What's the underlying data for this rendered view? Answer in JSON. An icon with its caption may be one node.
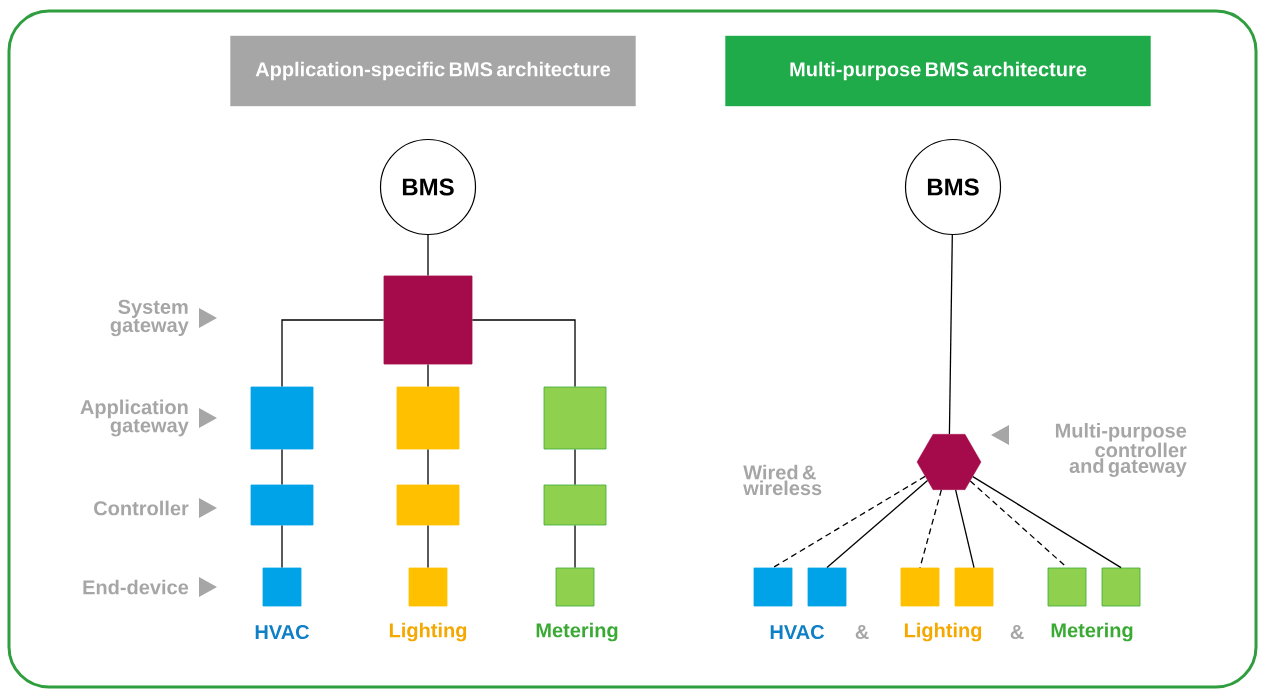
{
  "diagram": {
    "nodes": [
      {
        "text": [
          "Application-specific BMS architecture"
        ]
      },
      {
        "text": [
          "Multi-purpose BMS architecture"
        ]
      },
      {
        "text": [
          "BMS"
        ]
      },
      {
        "text": [],
        "shape": "box"
      },
      {
        "text": [],
        "shape": "box"
      },
      {
        "text": [],
        "shape": "box"
      },
      {
        "text": [],
        "shape": "box"
      },
      {
        "text": [],
        "shape": "box"
      },
      {
        "text": [],
        "shape": "box"
      },
      {
        "text": [],
        "shape": "box"
      },
      {
        "text": [],
        "shape": "box"
      },
      {
        "text": [],
        "shape": "box"
      },
      {
        "text": [],
        "shape": "box"
      },
      {
        "text": [
          "BMS"
        ]
      },
      {
        "text": [],
        "shape": "hexagon"
      },
      {
        "text": [],
        "shape": "box"
      },
      {
        "text": [],
        "shape": "box"
      },
      {
        "text": [],
        "shape": "box"
      },
      {
        "text": [],
        "shape": "box"
      },
      {
        "text": [],
        "shape": "box"
      },
      {
        "text": [],
        "shape": "box"
      }
    ],
    "edges": [
      {
        "from": 2,
        "to": 3,
        "arrow": "none"
      },
      {
        "from": 3,
        "to": 4,
        "arrow": "none"
      },
      {
        "from": 3,
        "to": 5,
        "arrow": "none"
      },
      {
        "from": 3,
        "to": 6,
        "arrow": "none"
      },
      {
        "from": 4,
        "to": 7,
        "arrow": "none"
      },
      {
        "from": 5,
        "to": 8,
        "arrow": "none"
      },
      {
        "from": 6,
        "to": 9,
        "arrow": "none"
      },
      {
        "from": 7,
        "to": 10,
        "arrow": "none"
      },
      {
        "from": 8,
        "to": 11,
        "arrow": "none"
      },
      {
        "from": 9,
        "to": 12,
        "arrow": "none"
      },
      {
        "from": 13,
        "to": 14,
        "arrow": "none"
      },
      {
        "from": 14,
        "to": 15,
        "arrow": "none",
        "style": "dashed"
      },
      {
        "from": 14,
        "to": 16,
        "arrow": "none"
      },
      {
        "from": 14,
        "to": 17,
        "arrow": "none",
        "style": "dashed"
      },
      {
        "from": 14,
        "to": 18,
        "arrow": "none"
      },
      {
        "from": 14,
        "to": 19,
        "arrow": "none",
        "style": "dashed"
      },
      {
        "from": 14,
        "to": 20,
        "arrow": "none"
      }
    ],
    "labels": [
      "System gateway",
      "Application gateway",
      "Controller",
      "End-device",
      "HVAC",
      "Lighting",
      "Metering",
      "Wired & wireless",
      "Multi-purpose controller and gateway",
      "HVAC",
      "&",
      "Lighting",
      "&",
      "Metering"
    ]
  }
}
